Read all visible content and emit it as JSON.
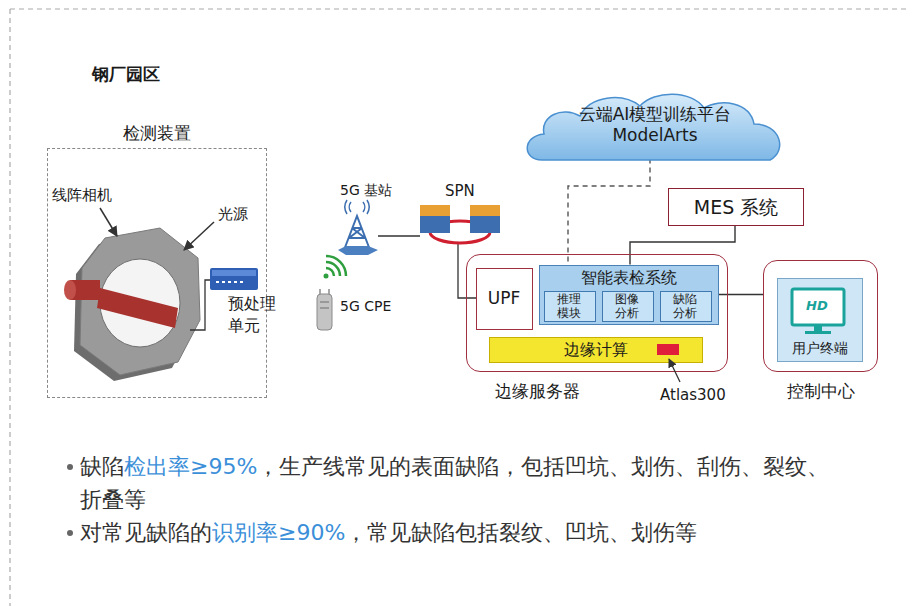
{
  "diagram": {
    "title": "钢厂园区",
    "nodes": [
      {
        "text": [
          "检测装置"
        ]
      },
      {
        "text": [
          "云端AI模型训练平台 ModelArts"
        ]
      },
      {
        "text": [
          "MES 系统"
        ]
      },
      {
        "text": [
          "边缘服务器"
        ]
      },
      {
        "text": [
          "UPF"
        ],
        "in": 3
      },
      {
        "text": [
          "智能表检系统"
        ],
        "in": 3
      },
      {
        "text": [
          "推理模块"
        ],
        "in": 5
      },
      {
        "text": [
          "图像分析"
        ],
        "in": 5
      },
      {
        "text": [
          "缺陷分析"
        ],
        "in": 5
      },
      {
        "text": [
          "边缘计算"
        ],
        "in": 3
      },
      {
        "text": [
          "控制中心"
        ]
      },
      {
        "text": [
          "用户终端"
        ],
        "in": 10
      }
    ],
    "edges": [
      {
        "from": 1,
        "to": 5,
        "arrow": "none"
      },
      {
        "from": 2,
        "to": 5,
        "arrow": "none"
      },
      {
        "from": 5,
        "to": 10,
        "arrow": "none"
      }
    ],
    "labels": [
      "线阵相机",
      "光源",
      "预处理 单元",
      "5G 基站",
      "SPN",
      "5G CPE",
      "Atlas300",
      "HD",
      "缺陷",
      "检出率≥95%",
      "，生产线常见的表面缺陷，包括凹坑、划伤、刮伤、裂纹、折叠等",
      "对常见缺陷的",
      "识别率≥90%",
      "，常见缺陷包括裂纹、凹坑、划伤等"
    ]
  }
}
